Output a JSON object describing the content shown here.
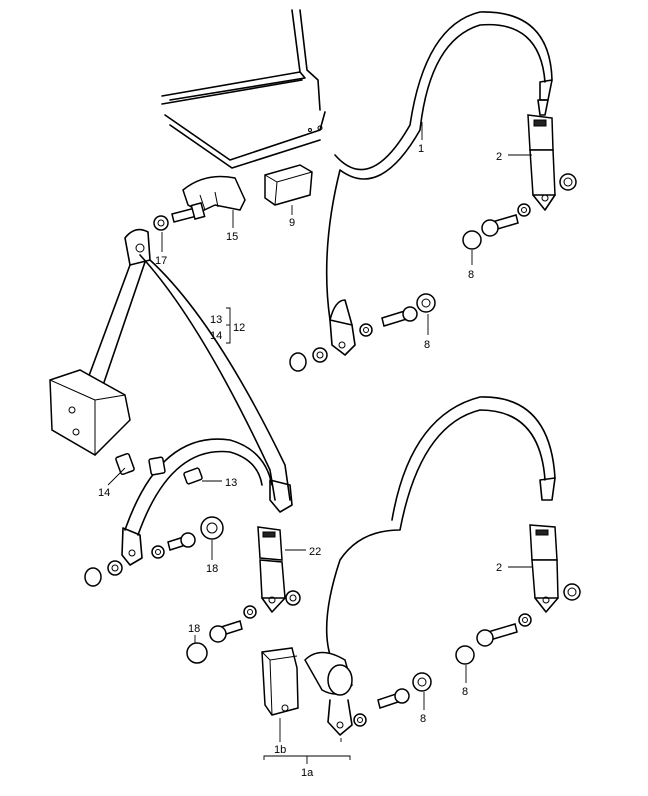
{
  "labels": {
    "l1": "1",
    "l2a": "2",
    "l2b": "2",
    "l8a": "8",
    "l8b": "8",
    "l8c": "8",
    "l8d": "8",
    "l9": "9",
    "l12": "12",
    "l13a": "13",
    "l13b": "13",
    "l14a": "14",
    "l14b": "14",
    "l15": "15",
    "l17": "17",
    "l18a": "18",
    "l18b": "18",
    "l22": "22",
    "l1a": "1a",
    "l1b": "1b"
  }
}
